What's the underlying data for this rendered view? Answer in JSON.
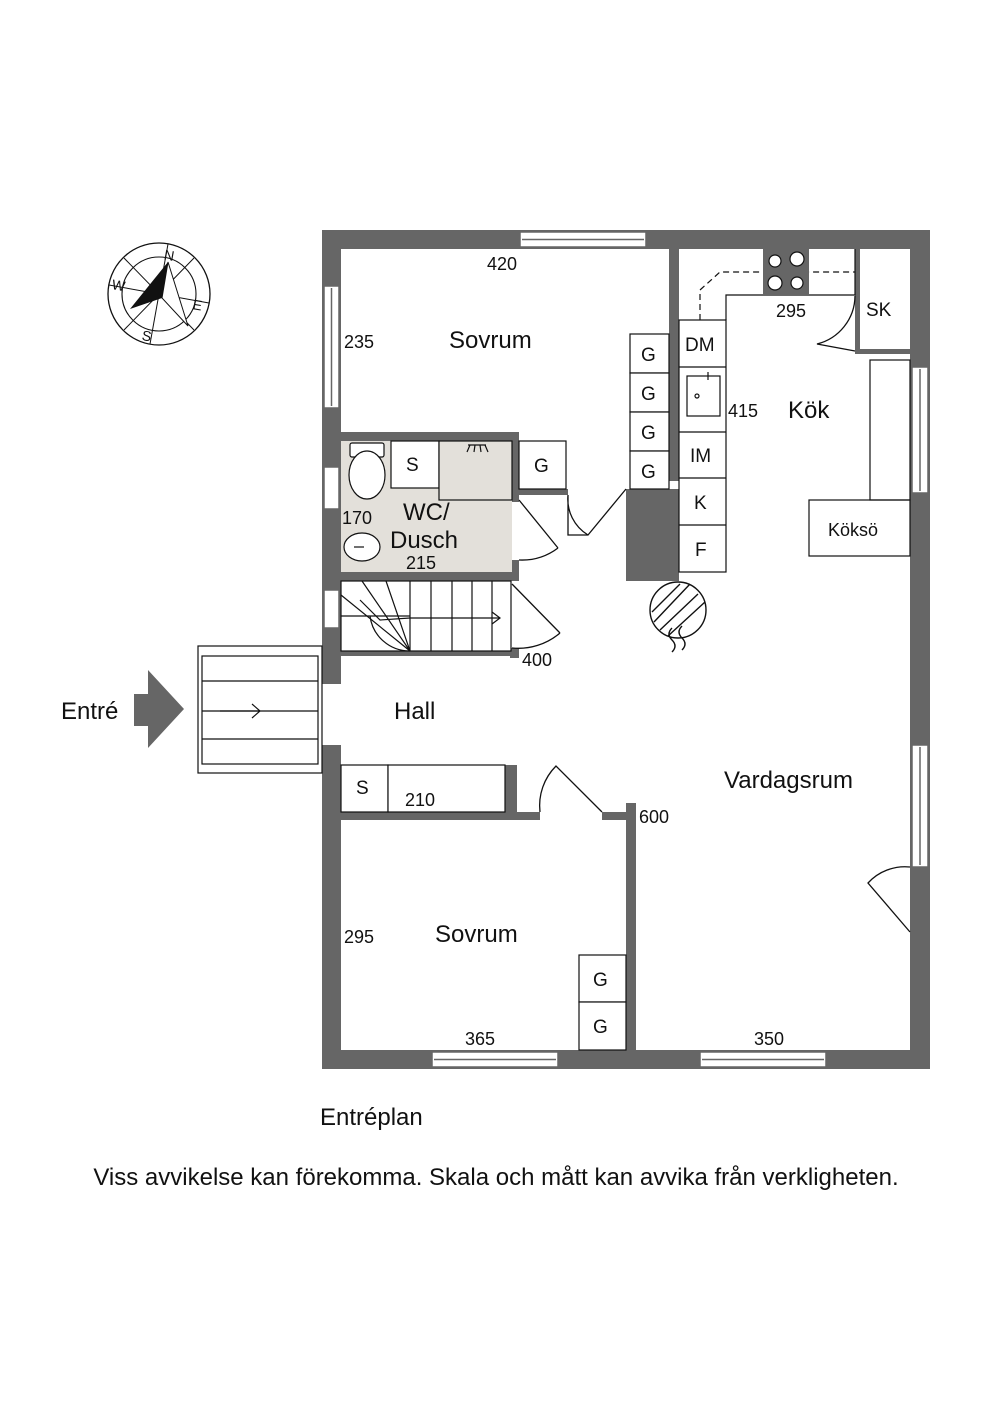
{
  "rooms": {
    "bedroom_top": "Sovrum",
    "bedroom_bottom": "Sovrum",
    "kitchen": "Kök",
    "wc_line1": "WC/",
    "wc_line2": "Dusch",
    "hall": "Hall",
    "living": "Vardagsrum"
  },
  "dimensions": {
    "d420": "420",
    "d235": "235",
    "d295_kitchen": "295",
    "d415": "415",
    "d170": "170",
    "d215": "215",
    "d400": "400",
    "d210": "210",
    "d600": "600",
    "d295_bedroom": "295",
    "d365": "365",
    "d350": "350"
  },
  "fixtures": {
    "wardrobe": "G",
    "storage": "S",
    "cabinet": "SK",
    "dishwasher": "DM",
    "ice_machine": "IM",
    "fridge": "K",
    "freezer": "F",
    "island": "Köksö"
  },
  "compass": {
    "n": "N",
    "e": "E",
    "s": "S",
    "w": "W"
  },
  "entrance": "Entré",
  "caption": "Entréplan",
  "disclaimer": "Viss avvikelse kan förekomma. Skala och mått kan avvika från verkligheten.",
  "colors": {
    "wall": "#666666",
    "wc_floor": "#e3e0da",
    "ink": "#111111"
  }
}
